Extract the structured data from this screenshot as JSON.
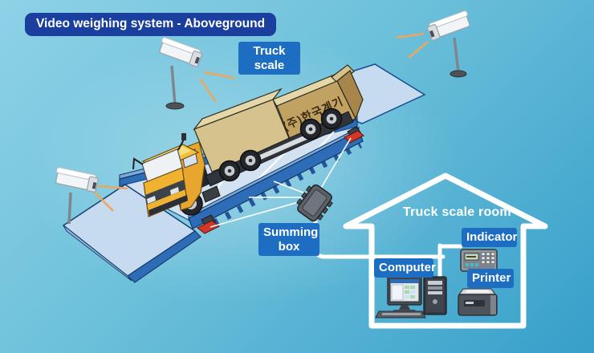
{
  "title": "Video weighing system - Aboveground",
  "colors": {
    "deep-blue": "#1b3f9e",
    "badge-blue": "#1d6ec2",
    "bg-top": "#8ed2e6",
    "bg-bottom": "#379fca",
    "rail-blue": "#2e6cb7",
    "rail-light": "#7fa9d9",
    "deck": "#d3e2f1",
    "ramp": "#c6dbf0",
    "cab-yellow": "#f0b231",
    "container-light": "#d6c28c",
    "container-dark": "#c2a262",
    "loadcell-red": "#d2372a",
    "ray-orange": "#eda75c",
    "cable-white": "#ffffff"
  },
  "scene": {
    "truck_scale_label": "Truck scale",
    "summing_box_label": "Summing box",
    "container_text": "(주)한국계기",
    "camera_count": 3,
    "icons": {
      "camera": "cctv-camera-icon",
      "truck": "truck-icon",
      "platform": "truck-scale-platform",
      "summing_box": "summing-box-icon",
      "load_cell": "load-cell-icon",
      "house": "house-outline-icon",
      "computer": "desktop-computer-icon",
      "indicator": "weighing-indicator-icon",
      "printer": "printer-icon"
    }
  },
  "room": {
    "label": "Truck scale room",
    "devices": [
      {
        "label": "Computer"
      },
      {
        "label": "Indicator"
      },
      {
        "label": "Printer"
      }
    ]
  }
}
